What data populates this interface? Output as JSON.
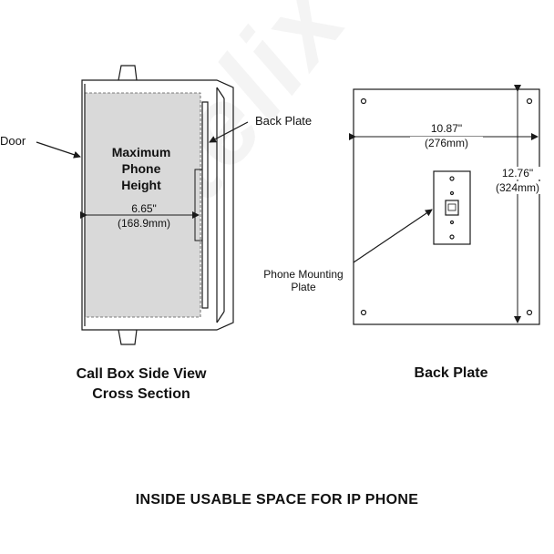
{
  "watermark_text": "Altelix",
  "side_view": {
    "label_door": "Door",
    "label_back_plate": "Back Plate",
    "max_height_lines": [
      "Maximum",
      "Phone",
      "Height"
    ],
    "depth_value": "6.65\"",
    "depth_metric": "(168.9mm)",
    "caption_lines": [
      "Call Box Side View",
      "Cross Section"
    ]
  },
  "back_plate_view": {
    "width_value": "10.87\"",
    "width_metric": "(276mm)",
    "height_value": "12.76\"",
    "height_metric": "(324mm)",
    "mounting_label_lines": [
      "Phone Mounting",
      "Plate"
    ],
    "caption": "Back Plate"
  },
  "footer_title": "INSIDE USABLE SPACE FOR IP PHONE",
  "colors": {
    "line": "#1a1a1a",
    "usable_space": "#d9d9d9",
    "watermark": "#000000"
  }
}
